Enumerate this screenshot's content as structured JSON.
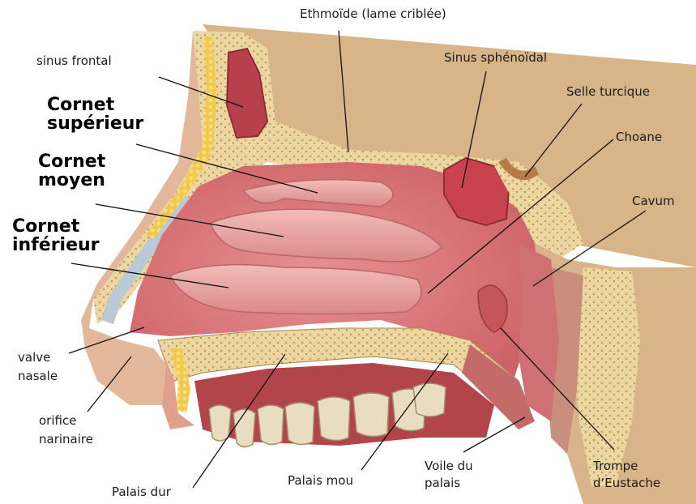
{
  "labels": {
    "ethmoide": "Ethmoïde (lame criblée)",
    "sinus_frontal": "sinus frontal",
    "sinus_sphenoidal": "Sinus sphénoïdal",
    "selle_turcique": "Selle turcique",
    "choane": "Choane",
    "cavum": "Cavum",
    "cornet_superieur_1": "Cornet",
    "cornet_superieur_2": "supérieur",
    "cornet_moyen_1": "Cornet",
    "cornet_moyen_2": "moyen",
    "cornet_inferieur_1": "Cornet",
    "cornet_inferieur_2": "inférieur",
    "valve_nasale_1": "valve",
    "valve_nasale_2": "nasale",
    "orifice_narinaire_1": "orifice",
    "orifice_narinaire_2": "narinaire",
    "palais_dur": "Palais dur",
    "palais_mou": "Palais mou",
    "voile_du_palais_1": "Voile du",
    "voile_du_palais_2": "palais",
    "trompe_eustache_1": "Trompe",
    "trompe_eustache_2": "d’Eustache"
  },
  "colors": {
    "bone": "#e9d5a0",
    "bone_dot": "#c9a55f",
    "mucosa": "#d9777a",
    "mucosa_dark": "#b94d55",
    "turbinate": "#e8a3a0",
    "sinus": "#c0424c",
    "skin": "#d8b08a",
    "tooth": "#e7dcc4",
    "leader": "#111111"
  }
}
